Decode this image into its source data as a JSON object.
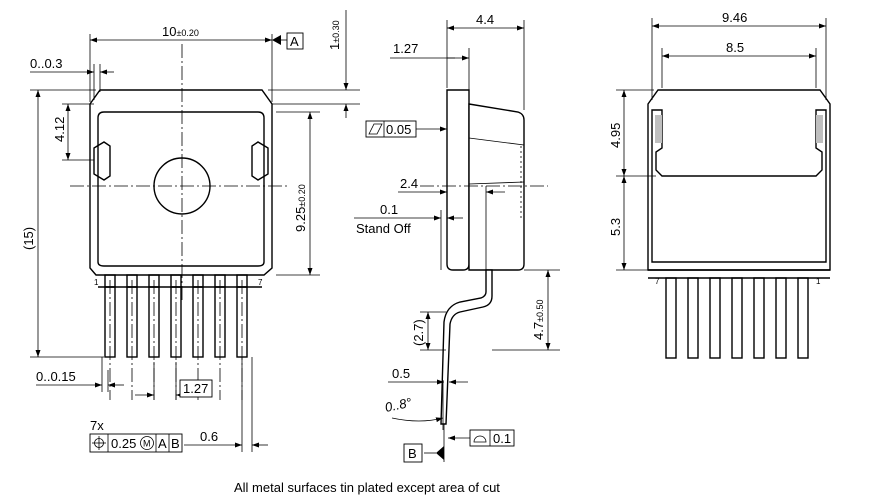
{
  "footer_note": "All metal surfaces tin plated except area of cut",
  "datum_refs": {
    "a": "A",
    "b": "B"
  },
  "front_view": {
    "width_dim": "10",
    "width_tol": "±0.20",
    "top_dim": "1",
    "top_tol": "±0.30",
    "edge_dim": "0..0.3",
    "slot_dim": "4.12",
    "height_dim": "9.25",
    "height_tol": "±0.20",
    "overall_dim": "(15)",
    "lead_offset_dim": "0..0.15",
    "pitch_dim": "1.27",
    "lead_width_dim": "0.6",
    "position_count": "7x",
    "position_tol": "0.25",
    "position_modifier": "M",
    "position_datums": [
      "A",
      "B"
    ],
    "pin_first": "1",
    "pin_last": "7"
  },
  "side_view": {
    "thickness_dim": "4.4",
    "tab_dim": "1.27",
    "flatness_tol": "0.05",
    "offset_dim": "2.4",
    "standoff_dim": "0.1",
    "standoff_label": "Stand Off",
    "lead_len_dim": "(2.7)",
    "foot_dim": "4.7",
    "foot_tol": "±0.50",
    "lead_thk_dim": "0.5",
    "angle_dim": "0..8°",
    "profile_tol": "0.1"
  },
  "back_view": {
    "width_dim": "9.46",
    "inner_dim": "8.5",
    "upper_dim": "4.95",
    "lower_dim": "5.3",
    "pin_first": "7",
    "pin_last": "1"
  }
}
